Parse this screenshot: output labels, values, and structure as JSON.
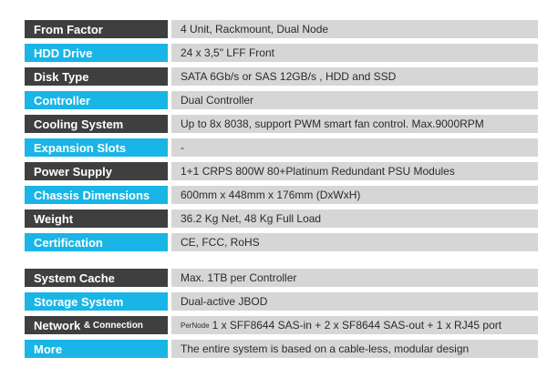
{
  "specs": [
    {
      "label": "From Factor",
      "value": "4 Unit, Rackmount, Dual Node"
    },
    {
      "label": "HDD Drive",
      "value": "24 x 3,5\" LFF Front"
    },
    {
      "label": "Disk Type",
      "value": "SATA 6Gb/s or SAS 12GB/s , HDD and SSD"
    },
    {
      "label": "Controller",
      "value": "Dual Controller"
    },
    {
      "label": "Cooling System",
      "value": "Up to 8x 8038, support PWM smart fan control. Max.9000RPM"
    },
    {
      "label": "Expansion Slots",
      "value": "-"
    },
    {
      "label": "Power Supply",
      "value": "1+1 CRPS 800W 80+Platinum Redundant PSU Modules"
    },
    {
      "label": "Chassis Dimensions",
      "value": "600mm x 448mm x 176mm (DxWxH)"
    },
    {
      "label": "Weight",
      "value": "36.2 Kg Net, 48 Kg Full Load"
    },
    {
      "label": "Certification",
      "value": "CE, FCC, RoHS"
    }
  ],
  "system": [
    {
      "label": "System Cache",
      "value": "Max. 1TB per Controller"
    },
    {
      "label": "Storage System",
      "value": "Dual-active JBOD"
    },
    {
      "label": "Network",
      "label_small": "& Connection",
      "value_prefix": "PerNode",
      "value": "1 x SFF8644 SAS-in + 2 x SF8644 SAS-out + 1 x RJ45 port"
    },
    {
      "label": "More",
      "value": "The entire system is based on a cable-less, modular design"
    }
  ],
  "colors": {
    "label_dark": "#3f3f3f",
    "label_cyan": "#19b5e6",
    "value_bg": "#d6d6d6"
  }
}
